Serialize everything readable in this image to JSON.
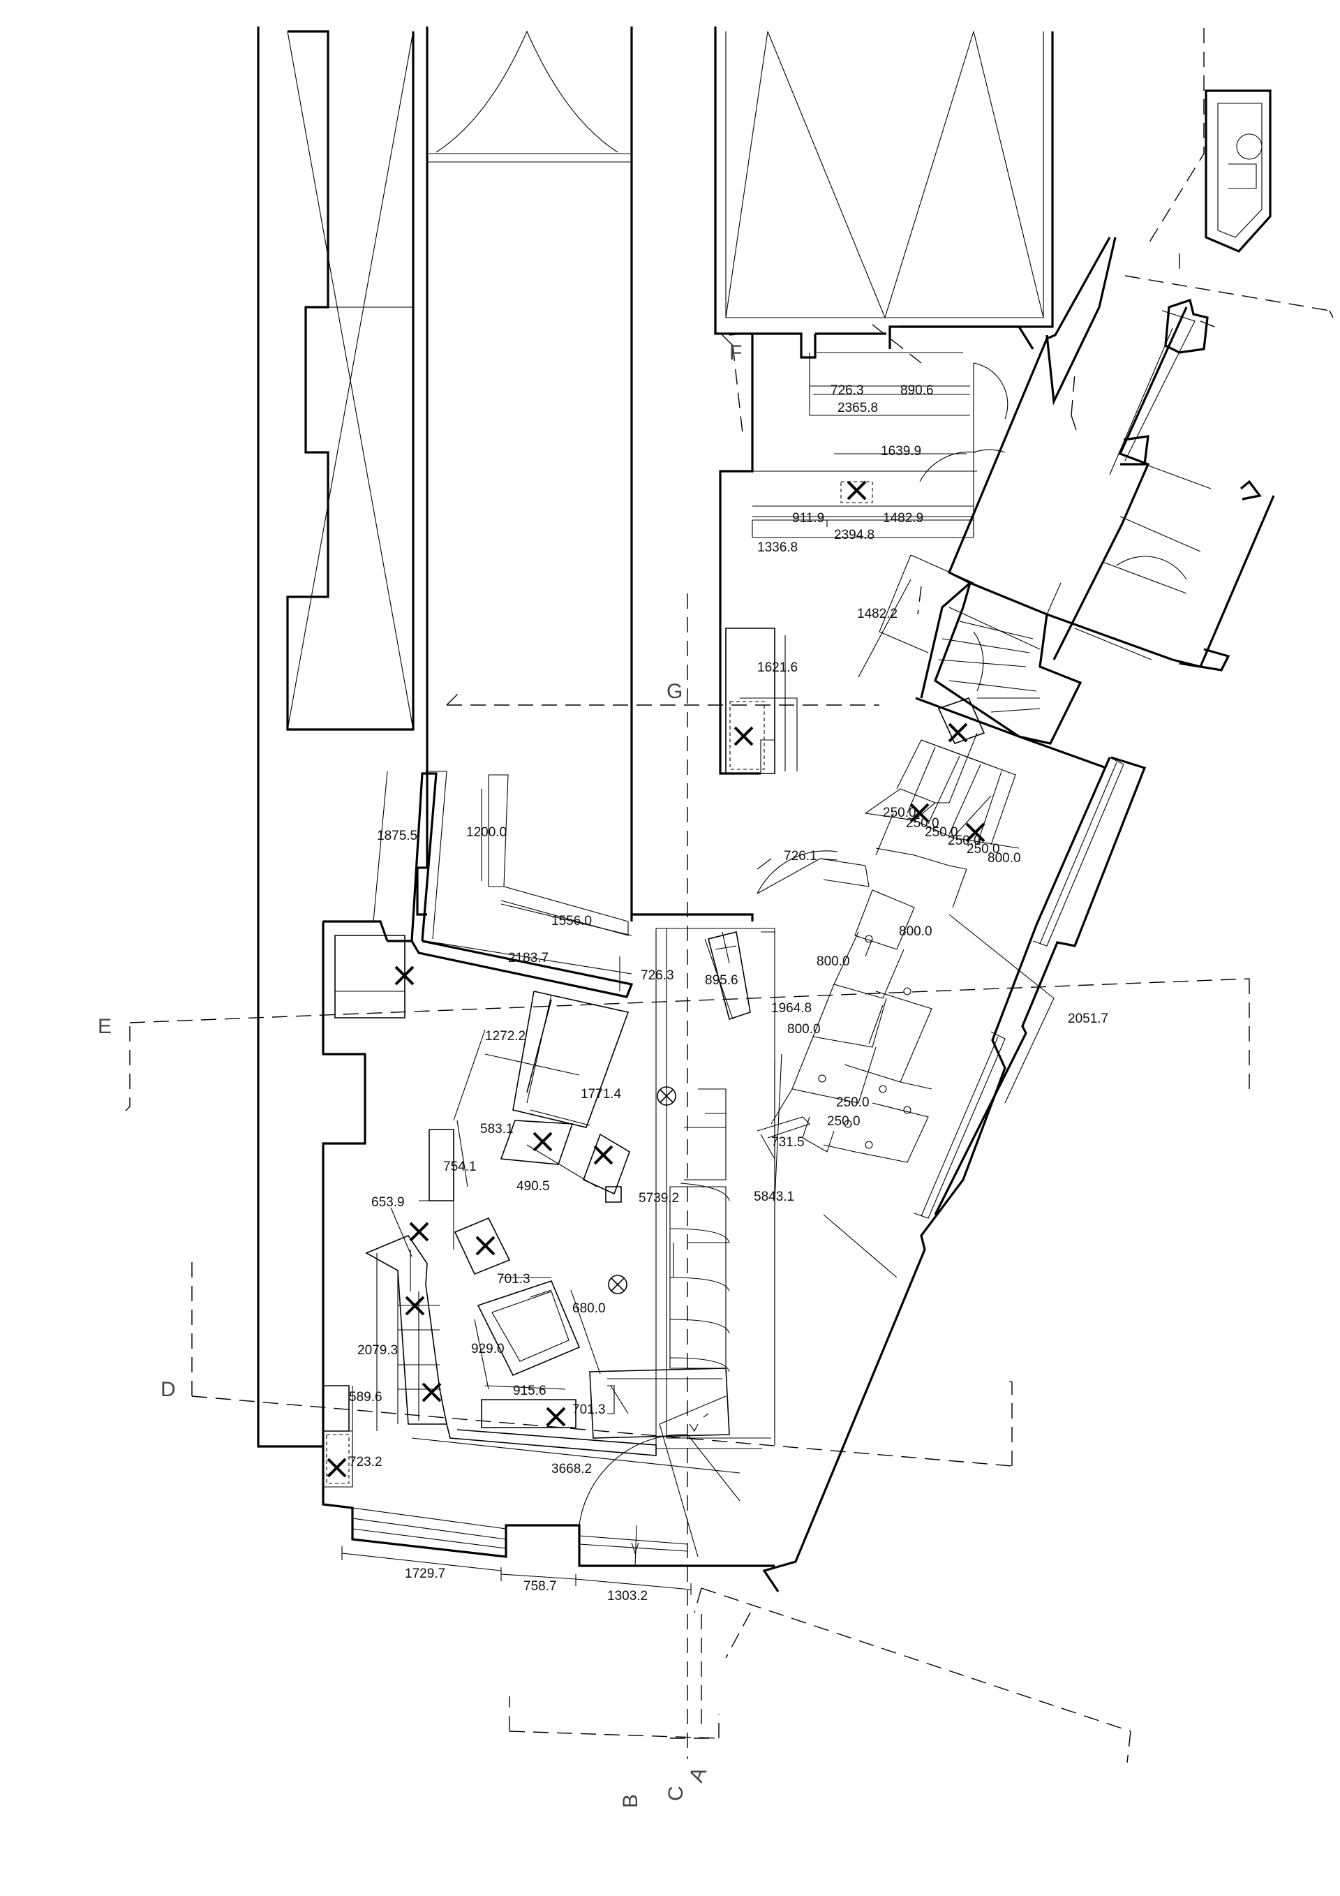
{
  "drawing": {
    "type": "architectural floor plan",
    "line_color": "#000000",
    "background": "#ffffff"
  },
  "section_markers": [
    "A",
    "B",
    "C",
    "D",
    "E",
    "F",
    "G"
  ],
  "dimensions": {
    "d_726_3_top": "726.3",
    "d_890_6": "890.6",
    "d_2365_8": "2365.8",
    "d_1639_9": "1639.9",
    "d_911_9": "911.9",
    "d_1482_9": "1482.9",
    "d_2394_8": "2394.8",
    "d_1336_8": "1336.8",
    "d_1482_2": "1482.2",
    "d_1621_6": "1621.6",
    "d_1875_5": "1875.5",
    "d_1200_0": "1200.0",
    "d_1556_0": "1556.0",
    "d_2183_7": "2183.7",
    "d_726_3_mid": "726.3",
    "d_895_6": "895.6",
    "d_726_1": "726.1",
    "d_250_a": "250.0",
    "d_250_b": "250.0",
    "d_250_c": "250.0",
    "d_250_d": "250.0",
    "d_250_e": "250.0",
    "d_800_0_a": "800.0",
    "d_800_0_b": "800.0",
    "d_800_0_c": "800.0",
    "d_800_0_d": "800.0",
    "d_1964_8": "1964.8",
    "d_2051_7": "2051.7",
    "d_250_f": "250.0",
    "d_250_g": "250.0",
    "d_731_5": "731.5",
    "d_1272_2": "1272.2",
    "d_1771_4": "1771.4",
    "d_583_1": "583.1",
    "d_754_1": "754.1",
    "d_490_5": "490.5",
    "d_653_9": "653.9",
    "d_5739_2": "5739.2",
    "d_5843_1": "5843.1",
    "d_701_3_a": "701.3",
    "d_680_0": "680.0",
    "d_929_0": "929.0",
    "d_2079_3": "2079.3",
    "d_915_6": "915.6",
    "d_701_3_b": "701.3",
    "d_589_6": "589.6",
    "d_723_2": "723.2",
    "d_3668_2": "3668.2",
    "d_1729_7": "1729.7",
    "d_758_7": "758.7",
    "d_1303_2": "1303.2"
  }
}
